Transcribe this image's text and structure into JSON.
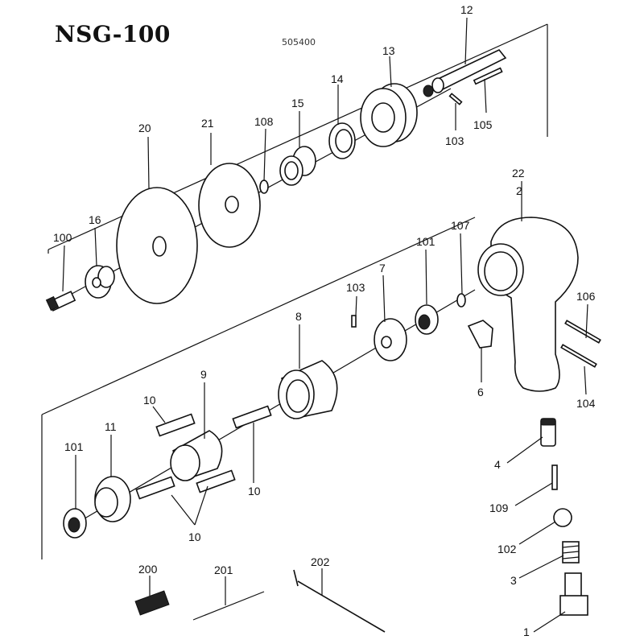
{
  "title": "NSG-100",
  "code": "505400",
  "labels": {
    "p1": "1",
    "p2": "2",
    "p3": "3",
    "p4": "4",
    "p6": "6",
    "p7": "7",
    "p8": "8",
    "p9": "9",
    "p10a": "10",
    "p10b": "10",
    "p10c": "10",
    "p11": "11",
    "p12": "12",
    "p13": "13",
    "p14": "14",
    "p15": "15",
    "p16": "16",
    "p20": "20",
    "p21": "21",
    "p22": "22",
    "p100": "100",
    "p101a": "101",
    "p101b": "101",
    "p102": "102",
    "p103a": "103",
    "p103b": "103",
    "p104": "104",
    "p105": "105",
    "p106": "106",
    "p107": "107",
    "p108": "108",
    "p109": "109",
    "p200": "200",
    "p201": "201",
    "p202": "202"
  }
}
